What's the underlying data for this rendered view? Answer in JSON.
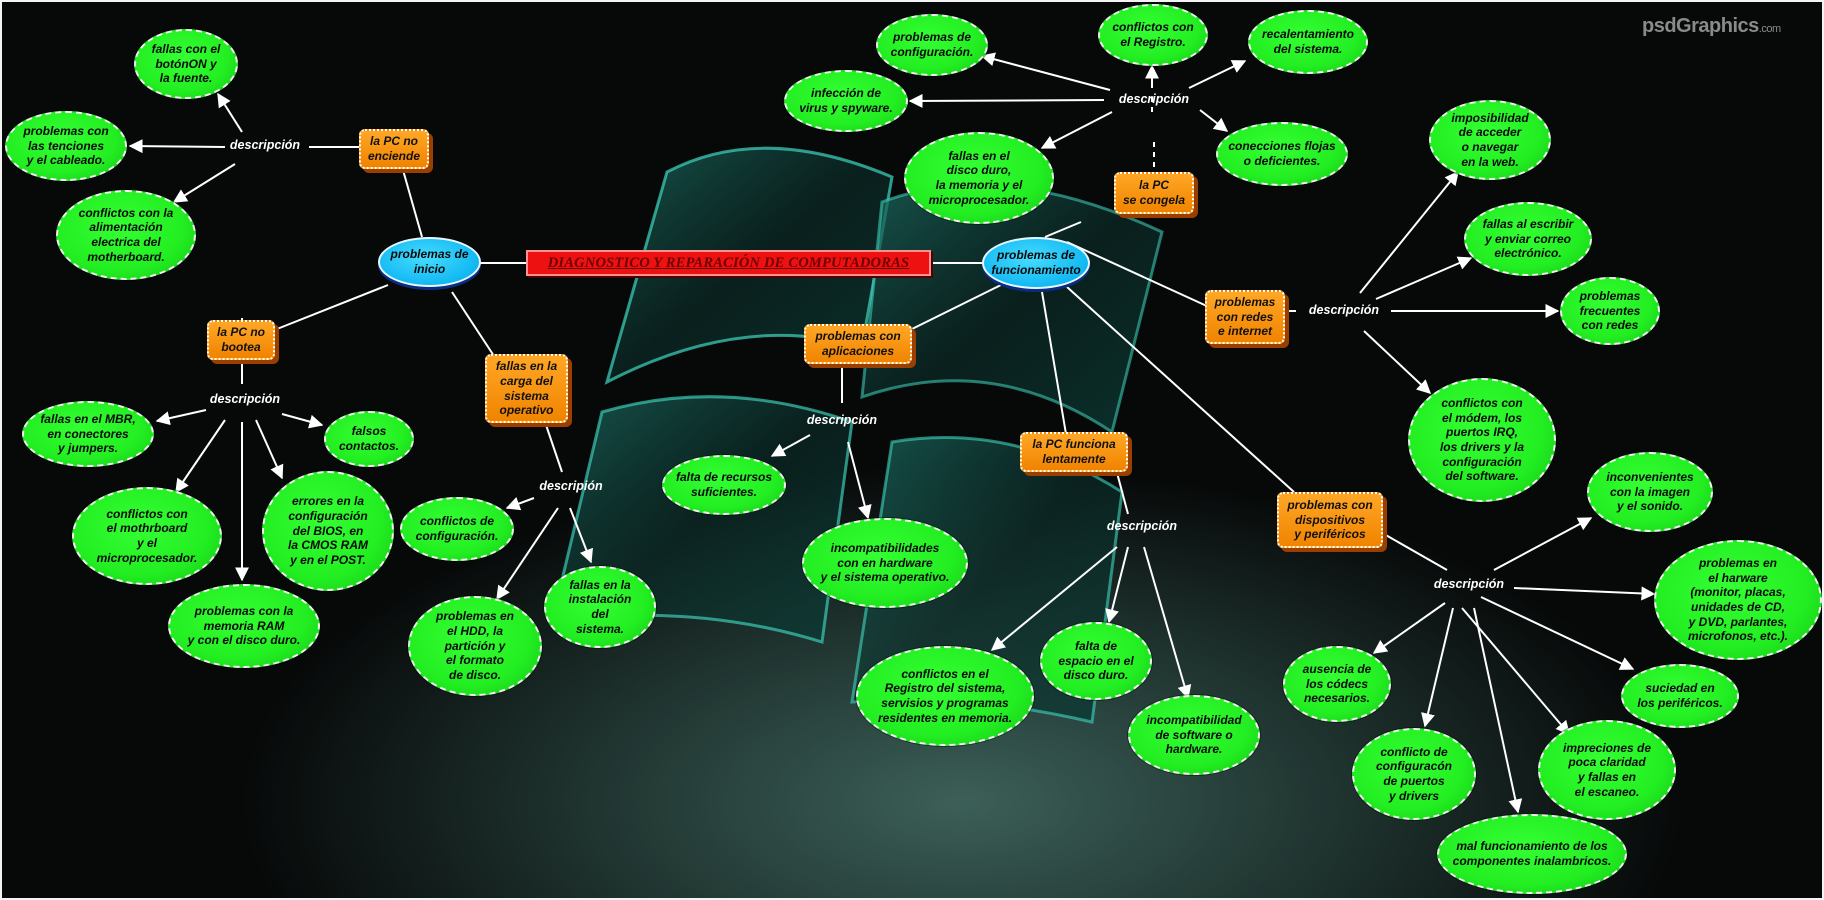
{
  "title": "DIAGNOSTICO Y REPARACIÓN DE COMPUTADORAS",
  "watermark": {
    "brand": "psdGraphics",
    "suffix": ".com"
  },
  "colors": {
    "bubble": "#22ee22",
    "tag": "#f58c00",
    "hub": "#12b8f2",
    "banner": "#ee1111",
    "edge": "#ffffff"
  },
  "nodes": {
    "hub_inicio": "problemas de\ninicio",
    "hub_func": "problemas de\nfuncionamiento",
    "t_no_enciende": "la PC no\nenciende",
    "t_no_bootea": "la PC no\nbootea",
    "t_carga_so": "fallas en la\ncarga del\nsistema\noperativo",
    "t_aplicaciones": "problemas con\naplicaciones",
    "t_congela": "la PC\nse congela",
    "t_redes": "problemas\ncon redes\ne internet",
    "t_lenta": "la PC funciona\nlentamente",
    "t_dispositivos": "problemas con\ndispositivos\ny periféricos",
    "d_enciende": "descripción",
    "d_bootea": "descripción",
    "d_carga": "descripión",
    "d_aplic": "descripción",
    "d_congela": "descripción",
    "d_redes": "descripción",
    "d_lenta": "descripción",
    "d_disp": "descripción",
    "g_boton": "fallas con el\nbotónON y\nla fuente.",
    "g_tensiones": "problemas con\nlas tenciones\ny el cableado.",
    "g_alimentacion": "conflictos con la\nalimentación\nelectrica del\nmotherboard.",
    "g_mbr": "fallas en el MBR,\nen conectores\ny jumpers.",
    "g_falsos": "falsos\ncontactos.",
    "g_mothrboard": "conflictos con\nel mothrboard\ny el\nmicroprocesador.",
    "g_bios": "errores en la\nconfiguración\ndel BIOS, en\nla CMOS RAM\ny en el POST.",
    "g_ram": "problemas con la\nmemoria RAM\ny con el disco duro.",
    "g_config_carga": "conflictos de\nconfiguración.",
    "g_hdd": "problemas en\nel HDD, la\npartición y\nel formato\nde disco.",
    "g_instalacion": "fallas en la\ninstalación\ndel\nsistema.",
    "g_recursos": "falta de recursos\nsuficientes.",
    "g_incompat_hw": "incompatibilidades\ncon en hardware\ny el sistema operativo.",
    "g_config_cong": "problemas de\nconfiguración.",
    "g_registro": "conflictos con\nel Registro.",
    "g_recalent": "recalentamiento\ndel sistema.",
    "g_virus": "infección de\nvirus y spyware.",
    "g_conexiones": "conecciones flojas\no deficientes.",
    "g_disco": "fallas en el\ndisco duro,\nla memoria y el\nmicroprocesador.",
    "g_web": "imposibilidad\nde acceder\no navegar\nen la web.",
    "g_correo": "fallas al escribir\ny enviar correo\nelectrónico.",
    "g_frecuentes": "problemas\nfrecuentes\ncon redes",
    "g_modem": "conflictos con\nel módem, los\npuertos IRQ,\nlos drivers y la\nconfiguración\ndel software.",
    "g_reg_serv": "conflictos en el\nRegistro del sistema,\nservisios y programas\nresidentes en memoria.",
    "g_espacio": "falta de\nespacio en el\ndisco duro.",
    "g_incompat_sw": "incompatibilidad\nde software o\nhardware.",
    "g_imagen": "inconvenientes\ncon la imagen\ny el sonido.",
    "g_harware": "problemas en\nel harware\n(monitor, placas,\nunidades de CD,\ny DVD, parlantes,\nmicrofonos, etc.).",
    "g_suciedad": "suciedad en\nlos periféricos.",
    "g_impreciones": "impreciones de\npoca claridad\ny fallas en\nel escaneo.",
    "g_inalambricos": "mal funcionamiento de los\ncomponentes inalambricos.",
    "g_puertos": "conflicto de\nconfiguracón\nde puertos\ny drivers",
    "g_codecs": "ausencia de\nlos códecs\nnecesarios."
  }
}
